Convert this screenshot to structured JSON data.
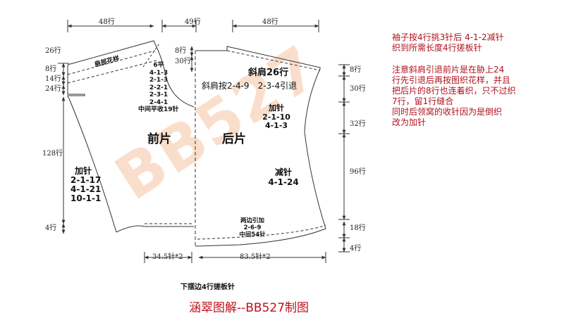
{
  "dimensions": {
    "top_front_width": "48行",
    "top_sleeve_gap": "49行",
    "top_back_width": "48行",
    "left_26": "26行",
    "left_8": "8行",
    "left_14": "14行",
    "left_24": "24行",
    "left_128": "128行",
    "left_4": "4行",
    "mid_8": "8行",
    "mid_30": "30行",
    "right_8": "8行",
    "right_30": "30行",
    "right_32": "32行",
    "right_96": "96行",
    "right_18": "18行",
    "right_4": "4行",
    "bottom_front": "34.5针*2",
    "bottom_back": "83.5针*2"
  },
  "front": {
    "title": "前片",
    "shoulder_pattern": "肩部花样",
    "neck_lines": [
      "6平",
      "4-1-3",
      "2-1-3",
      "2-2-1",
      "2-3-1",
      "2-4-1"
    ],
    "neck_center": "中间平收19针",
    "increase_lines": [
      "加针",
      "2-1-17",
      "4-1-21",
      "10-1-1"
    ]
  },
  "back": {
    "title": "后片",
    "slope_title": "斜肩26行",
    "slope_rule": "斜肩按2-4-9　2-3-4引退",
    "increase_lines": [
      "加针",
      "2-1-10",
      "4-1-3"
    ],
    "decrease_lines": [
      "减针",
      "4-1-24"
    ],
    "hem_lines": [
      "两边引加",
      "2-6-9",
      "中间54针"
    ]
  },
  "hem_note": "下摆边4行搓板针",
  "footer": "涵翠图解--BB527制图",
  "watermark": "BB527",
  "notes": [
    "袖子按4行挑3针后 4-1-2减针",
    "织到所需长度4行搓板针",
    "注意斜肩引退前片是在胁上24",
    "行先引退后再按图织花样，并且",
    "把后片的8行也连着织，只不过织",
    "7行，留1行缝合",
    "同时后领窝的收针因为是倒织",
    "改为加针"
  ],
  "colors": {
    "lines": "#333333",
    "note_text": "#b0121e",
    "footer_text": "#c0101a",
    "watermark": "#f9d7c0"
  }
}
